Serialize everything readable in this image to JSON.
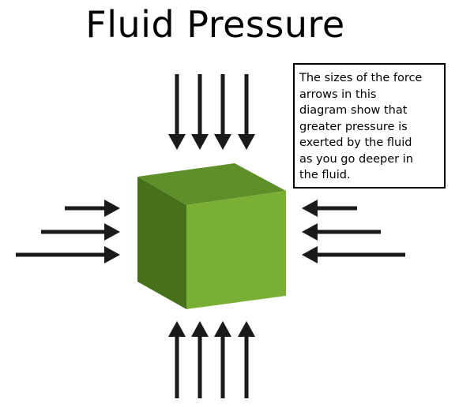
{
  "title": "Fluid Pressure",
  "note": {
    "lines": [
      "The sizes of the force",
      "arrows in this",
      "diagram show that",
      "greater pressure is",
      "exerted by the fluid",
      "as you go deeper in",
      "the fluid."
    ]
  },
  "cube": {
    "front_color": "#7aaf36",
    "top_color": "#5f8f28",
    "side_color": "#47701b"
  },
  "arrows": {
    "color": "#1a1a1a",
    "top_count": 4,
    "bottom_count": 4,
    "left_count": 3,
    "right_count": 3
  }
}
